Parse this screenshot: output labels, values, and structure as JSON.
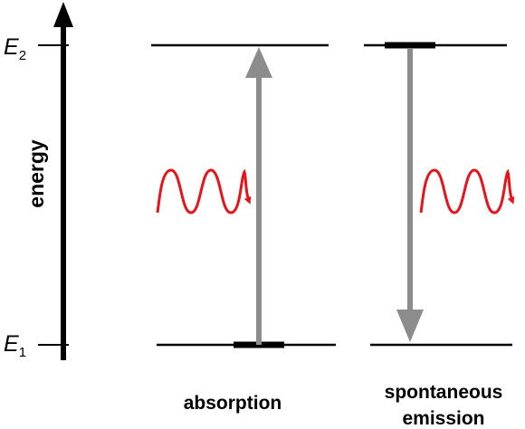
{
  "axis": {
    "label": "energy"
  },
  "levels": {
    "upper": {
      "symbol": "E",
      "subscript": "2"
    },
    "lower": {
      "symbol": "E",
      "subscript": "1"
    }
  },
  "captions": {
    "absorption": "absorption",
    "emission_line1": "spontaneous",
    "emission_line2": "emission"
  },
  "colors": {
    "axis": "#000000",
    "level_line": "#000000",
    "transition_arrow": "#8c8c8c",
    "photon": "#e8141c"
  },
  "icons": {
    "photon": "wavy-arrow-icon"
  }
}
